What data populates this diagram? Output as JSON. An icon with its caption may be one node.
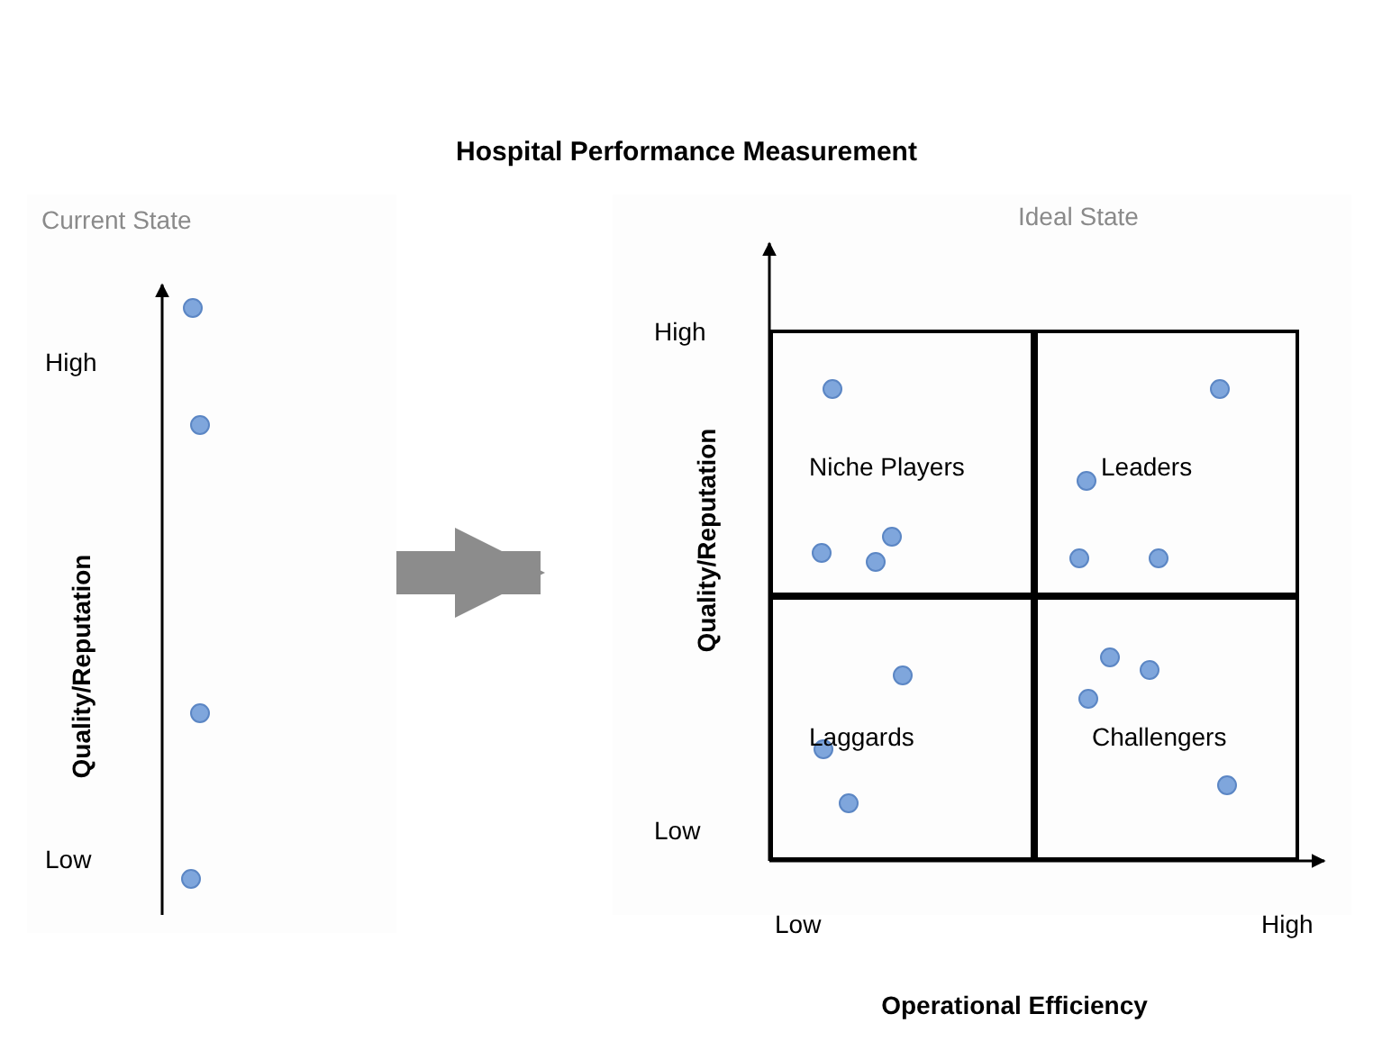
{
  "diagram": {
    "title": "Hospital Performance Measurement",
    "nodes": [
      {
        "text": [
          "Current State"
        ]
      },
      {
        "text": [
          "Ideal State"
        ]
      },
      {
        "text": [
          "Niche Players"
        ],
        "in": 1
      },
      {
        "text": [
          "Leaders"
        ],
        "in": 1
      },
      {
        "text": [
          "Laggards"
        ],
        "in": 1
      },
      {
        "text": [
          "Challengers"
        ],
        "in": 1
      }
    ],
    "edges": [
      {
        "from": 0,
        "to": 1,
        "arrow": "to",
        "color": "#8c8c8c"
      }
    ],
    "labels": [
      "High",
      "Quality/Reputation",
      "Low",
      "High",
      "Quality/Reputation",
      "Low",
      "Low",
      "High",
      "Operational Efficiency"
    ]
  }
}
